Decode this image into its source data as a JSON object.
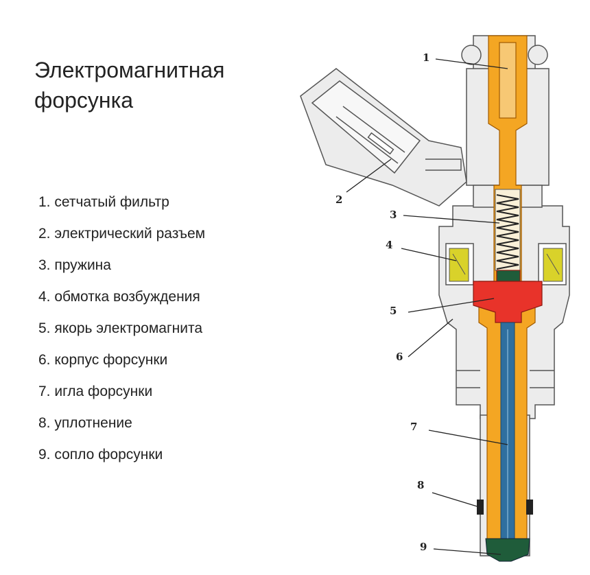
{
  "title": {
    "line1": "Электромагнитная",
    "line2": "форсунка"
  },
  "legend": [
    {
      "text": "1. сетчатый фильтр"
    },
    {
      "text": "2. электрический разъем"
    },
    {
      "text": "3. пружина"
    },
    {
      "text": "4. обмотка возбуждения"
    },
    {
      "text": "5. якорь электромагнита"
    },
    {
      "text": "6. корпус форсунки"
    },
    {
      "text": "7. игла форсунки"
    },
    {
      "text": "8. уплотнение"
    },
    {
      "text": "9. сопло форсунки"
    }
  ],
  "callouts": [
    "1",
    "2",
    "3",
    "4",
    "5",
    "6",
    "7",
    "8",
    "9"
  ],
  "colors": {
    "body": "#ececec",
    "outline": "#555555",
    "fuel": "#f4a623",
    "fuel_dark": "#e08a10",
    "armature": "#e8332a",
    "needle": "#2f6f9f",
    "coil": "#d9d22a",
    "seal": "#222222",
    "nozzle": "#1f5c3a"
  }
}
